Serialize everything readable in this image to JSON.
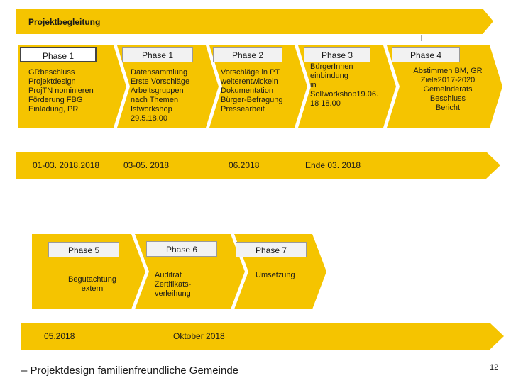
{
  "header": {
    "title": "Projektbegleitung"
  },
  "top_row": [
    {
      "phase": "Phase 1",
      "text": "GRbeschluss\nProjektdesign\nProjTN nominieren\nFörderung FBG\nEinladung, PR",
      "date": "01-03. 2018.2018"
    },
    {
      "phase": "Phase 1",
      "text": "Datensammlung\nErste Vorschläge\nArbeitsgruppen\nnach Themen\nIstworkshop\n29.5.18.00",
      "date": "03-05. 2018"
    },
    {
      "phase": "Phase 2",
      "text": " Vorschläge  in PT\nweiterentwickeln\nDokumentation\nBürger-Befragung\nPressearbeit",
      "date": "06.2018"
    },
    {
      "phase": "Phase 3",
      "text": "BürgerInnen\neinbindung\nin\nSollworkshop19.06.\n18 18.00",
      "date": "Ende 03. 2018"
    },
    {
      "phase": "Phase 4",
      "text": "Abstimmen BM, GR\nZiele2017-2020\nGemeinderats\nBeschluss\nBericht",
      "date": ""
    }
  ],
  "bottom_row": [
    {
      "phase": "Phase 5",
      "text": "Begutachtung\nextern",
      "date": "05.2018"
    },
    {
      "phase": "Phase 6",
      "text": "Auditrat\nZertifikats-\nverleihung",
      "date": "Oktober 2018"
    },
    {
      "phase": "Phase 7",
      "text": "Umsetzung",
      "date": ""
    }
  ],
  "footer": {
    "text": "– Projektdesign familienfreundliche Gemeinde",
    "page_number": "12"
  },
  "colors": {
    "accent": "#f5c400",
    "arrow_dark": "#e6b800"
  }
}
